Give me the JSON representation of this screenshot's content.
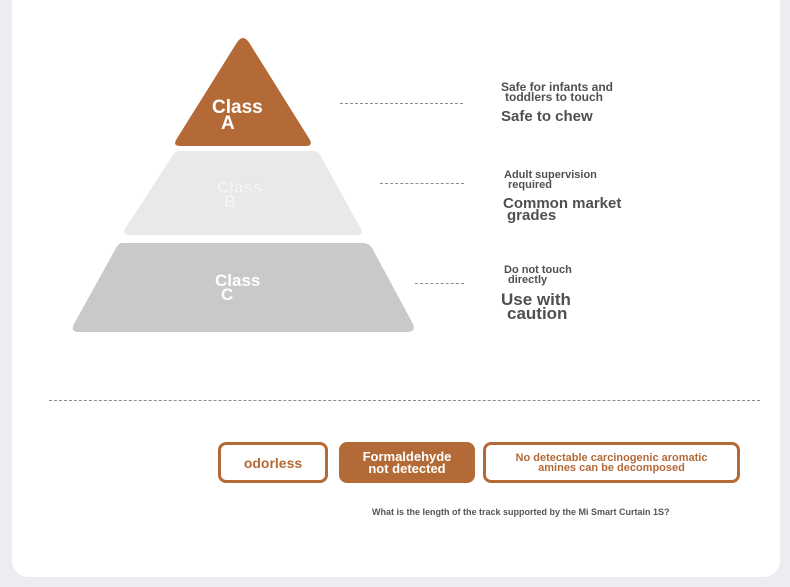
{
  "pyramid": {
    "tiers": [
      {
        "line1": "Class",
        "line2": "A",
        "color": "#b46a36"
      },
      {
        "line1": "Class",
        "line2": "B",
        "color": "#e9e9e9"
      },
      {
        "line1": "Class",
        "line2": "C",
        "color": "#c9c9c9"
      }
    ],
    "descriptions": [
      {
        "small_line1": "Safe for infants and",
        "small_line2": "toddlers to touch",
        "main": "Safe to chew"
      },
      {
        "small_line1": "Adult supervision",
        "small_line2": "required",
        "main_line1": "Common market",
        "main_line2": "grades"
      },
      {
        "small_line1": "Do not touch",
        "small_line2": "directly",
        "main_line1": "Use with",
        "main_line2": "caution"
      }
    ]
  },
  "features": {
    "odorless": "odorless",
    "formaldehyde_line1": "Formaldehyde",
    "formaldehyde_line2": "not detected",
    "amines_line1": "No detectable carcinogenic aromatic",
    "amines_line2": "amines can be decomposed"
  },
  "colors": {
    "accent": "#b46a36",
    "class_b": "#e9e9e9",
    "class_c": "#c9c9c9"
  },
  "question": "What is the length of the track supported by the Mi Smart Curtain 1S?"
}
